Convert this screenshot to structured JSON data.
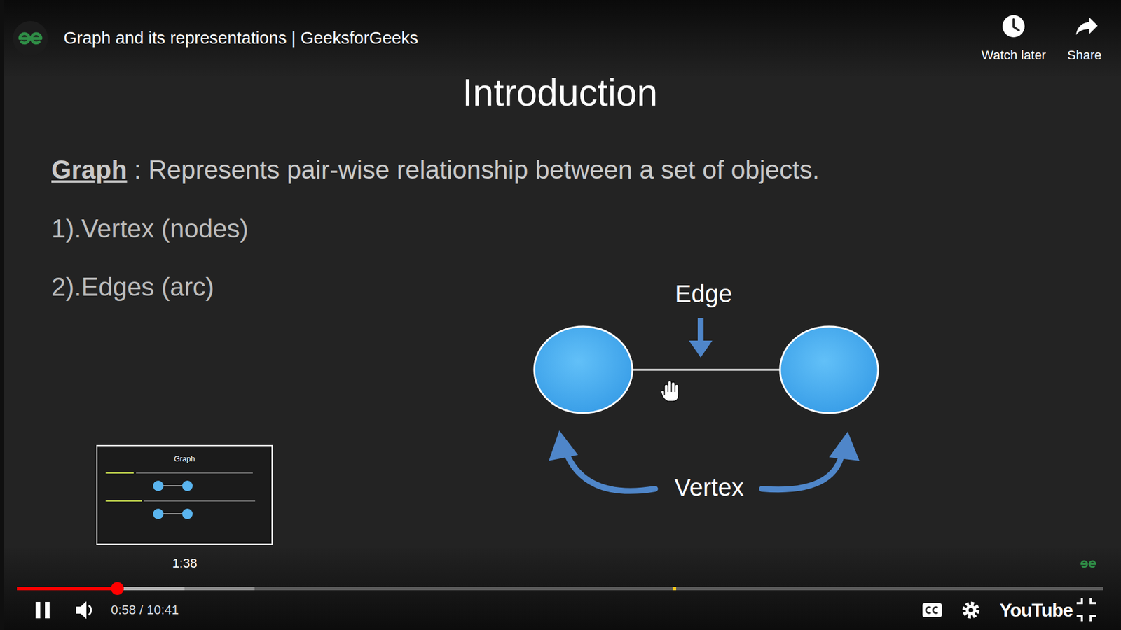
{
  "diagram": {
    "title": "Introduction",
    "nodes": [
      {
        "text": [
          "Graph"
        ]
      }
    ],
    "labels": [
      "Graph and its representations | GeeksforGeeks",
      "Watch later",
      "Share",
      "Graph",
      ": Represents pair-wise relationship between a set of objects.",
      "1).Vertex (nodes)",
      "2).Edges (arc)",
      "Edge",
      "Vertex",
      "1:38",
      "0:58 / 10:41",
      "YouTube"
    ]
  }
}
